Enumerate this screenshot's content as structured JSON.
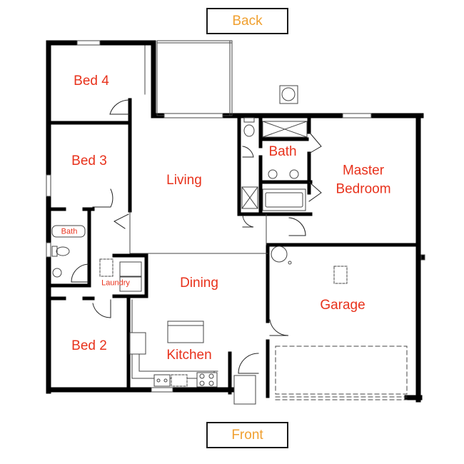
{
  "orientation": {
    "back_label": "Back",
    "front_label": "Front"
  },
  "rooms": {
    "bed4": "Bed 4",
    "bed3": "Bed 3",
    "bed2": "Bed 2",
    "bath_small": "Bath",
    "laundry": "Laundry",
    "living": "Living",
    "dining": "Dining",
    "kitchen": "Kitchen",
    "master_bath": "Bath",
    "master_bedroom_line1": "Master",
    "master_bedroom_line2": "Bedroom",
    "garage": "Garage"
  },
  "colors": {
    "room_label": "#e8321c",
    "direction_label": "#f0a030",
    "wall": "#000000"
  }
}
